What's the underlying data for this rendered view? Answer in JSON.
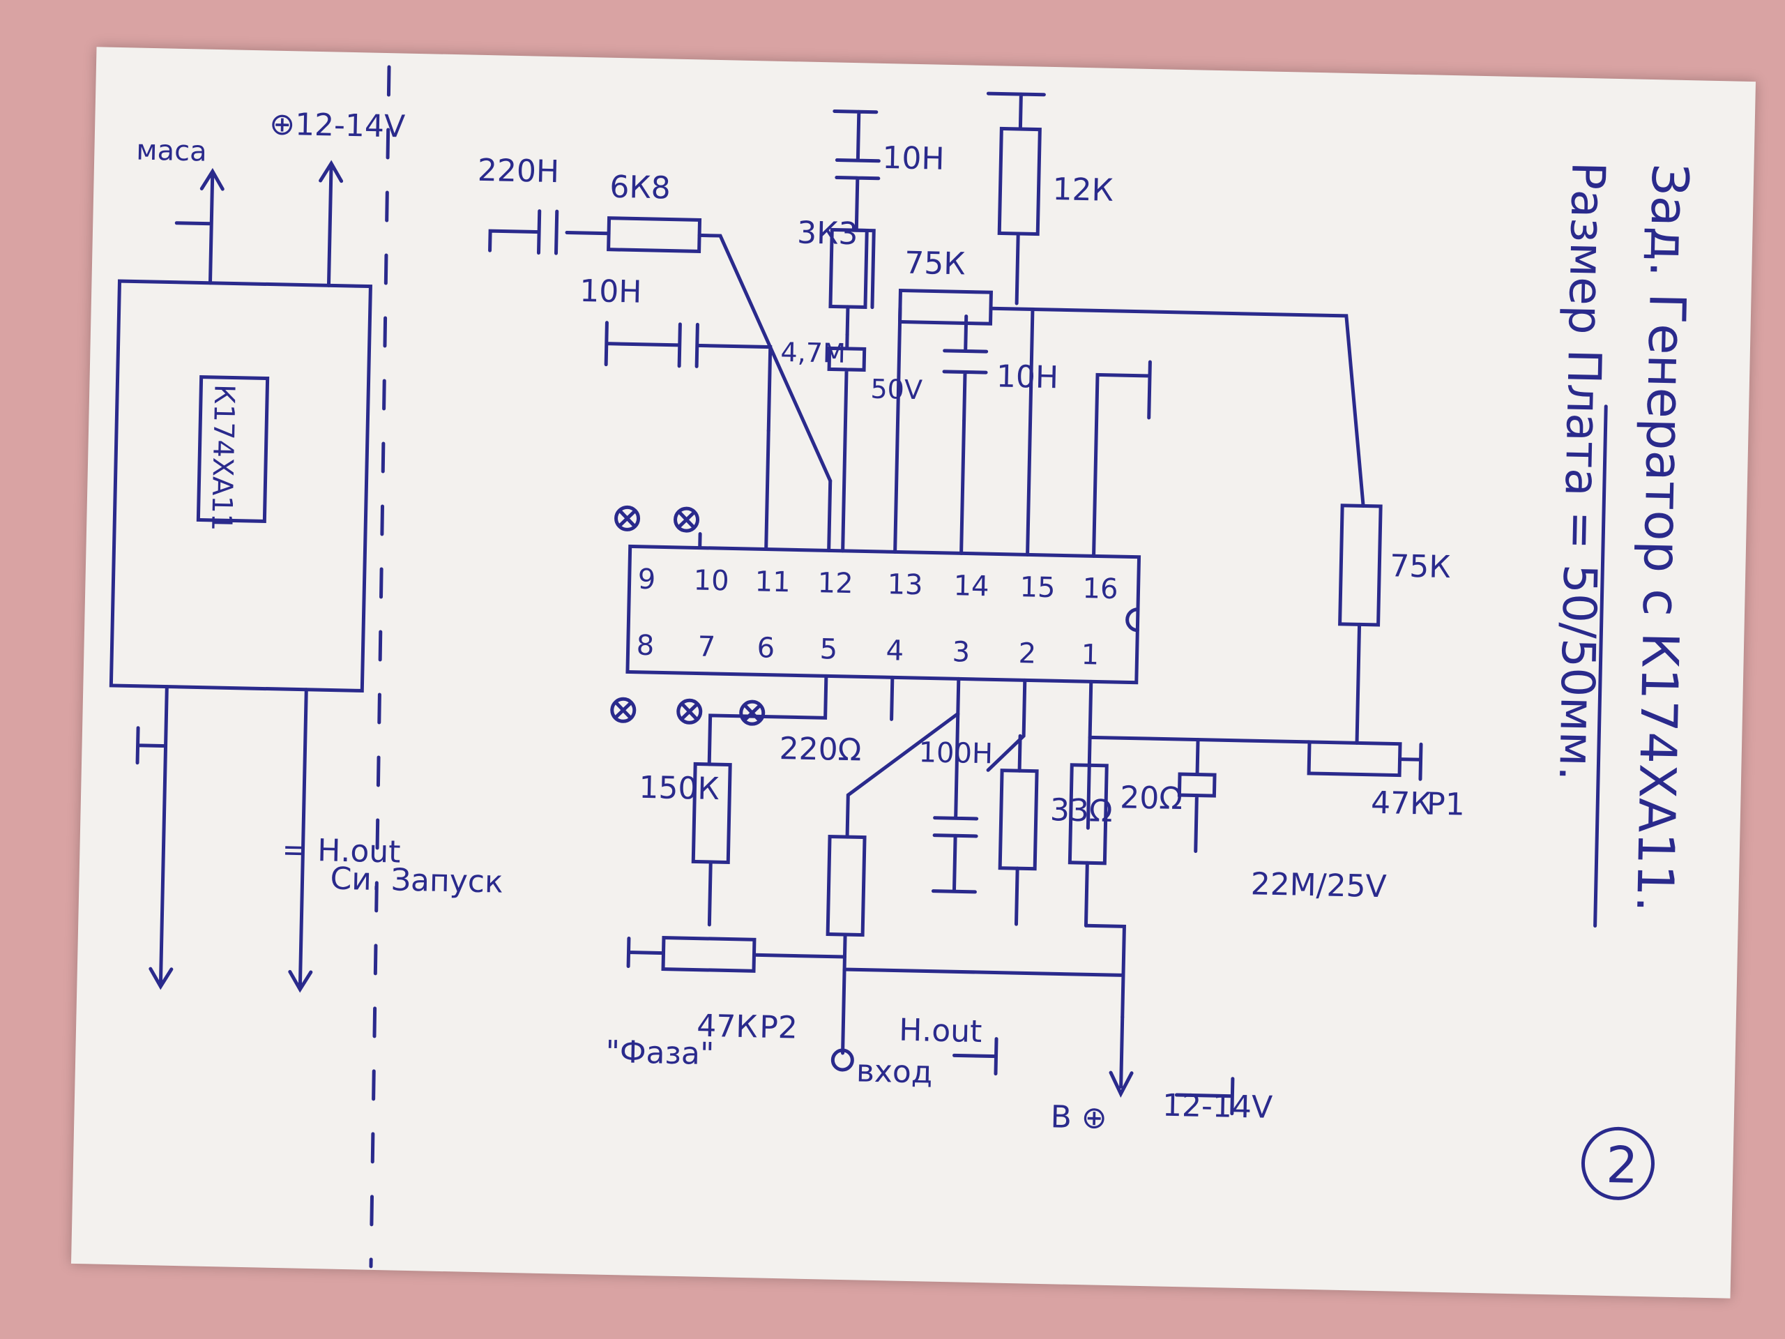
{
  "header": {
    "title_line1": "Зад. Генератор с К174ХА11.",
    "title_line2": "Размер Плата = 50/50мм.",
    "page_number": "2"
  },
  "ic": {
    "main_label": "К174ХА11",
    "block_label": "К174ХА11",
    "pins_top": [
      "9",
      "10",
      "11",
      "12",
      "13",
      "14",
      "15",
      "16"
    ],
    "pins_bottom": [
      "8",
      "7",
      "6",
      "5",
      "4",
      "3",
      "2",
      "1"
    ]
  },
  "components": {
    "c_220n_top": "220Н",
    "r_6k8": "6К8",
    "c_10n_a": "10Н",
    "c_10n_b": "10Н",
    "r_3k3": "3К3",
    "c_47m": "4,7М",
    "c_47m_voltage": "50V",
    "r_12k": "12К",
    "r_75k_a": "75К",
    "c_10n_c": "10Н",
    "r_75k_b": "75К",
    "p1_name": "Р1",
    "p1_value": "47К",
    "c_22m": "22М/25V",
    "r_20": "20Ω",
    "r_33": "33Ω",
    "c_100n": "100Н",
    "r_220": "220Ω",
    "r_150k": "150К",
    "p2_name": "Р2",
    "p2_value": "47К"
  },
  "terminals": {
    "supply_left": "⊕12-14V",
    "ground_left": "маса",
    "sync_label": "Си. Запуск",
    "h_out_left": "= Н.out",
    "h_out_input": "Н.out",
    "h_out_input_2": "вход",
    "supply_right_1": "12-14V",
    "supply_right_2": "В ⊕",
    "phase_label": "\"Фаза\""
  },
  "colors": {
    "ink": "#2a2a8c",
    "paper": "#f3f1ee",
    "background": "#d9a3a3"
  }
}
